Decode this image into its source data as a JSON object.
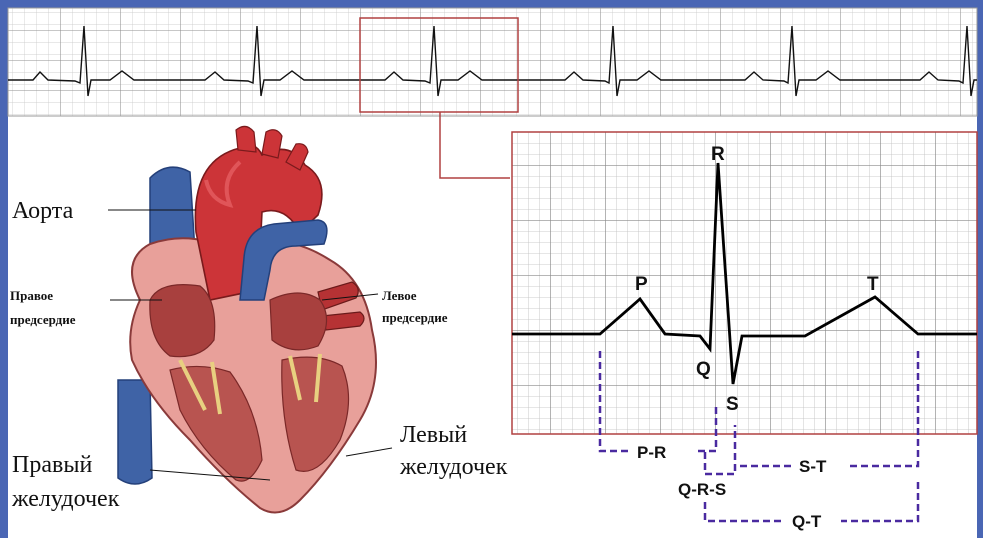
{
  "colors": {
    "frame": "#4a66b4",
    "grid_fine": "#b8b8b8",
    "grid_major": "#8a8a8a",
    "strip_border": "#b04040",
    "bracket": "#4a2aa0",
    "trace": "#111111"
  },
  "ecg": {
    "waves": {
      "P": "P",
      "Q": "Q",
      "R": "R",
      "S": "S",
      "T": "T"
    },
    "intervals": {
      "pr": "P-R",
      "qrs": "Q-R-S",
      "st": "S-T",
      "qt": "Q-T"
    }
  },
  "heart": {
    "labels": {
      "aorta": "Аорта",
      "right_atrium_1": "Правое",
      "right_atrium_2": "предсердие",
      "left_atrium_1": "Левое",
      "left_atrium_2": "предсердие",
      "left_ventricle_1": "Левый",
      "left_ventricle_2": "желудочек",
      "right_ventricle_1": "Правый",
      "right_ventricle_2": "желудочек"
    }
  }
}
